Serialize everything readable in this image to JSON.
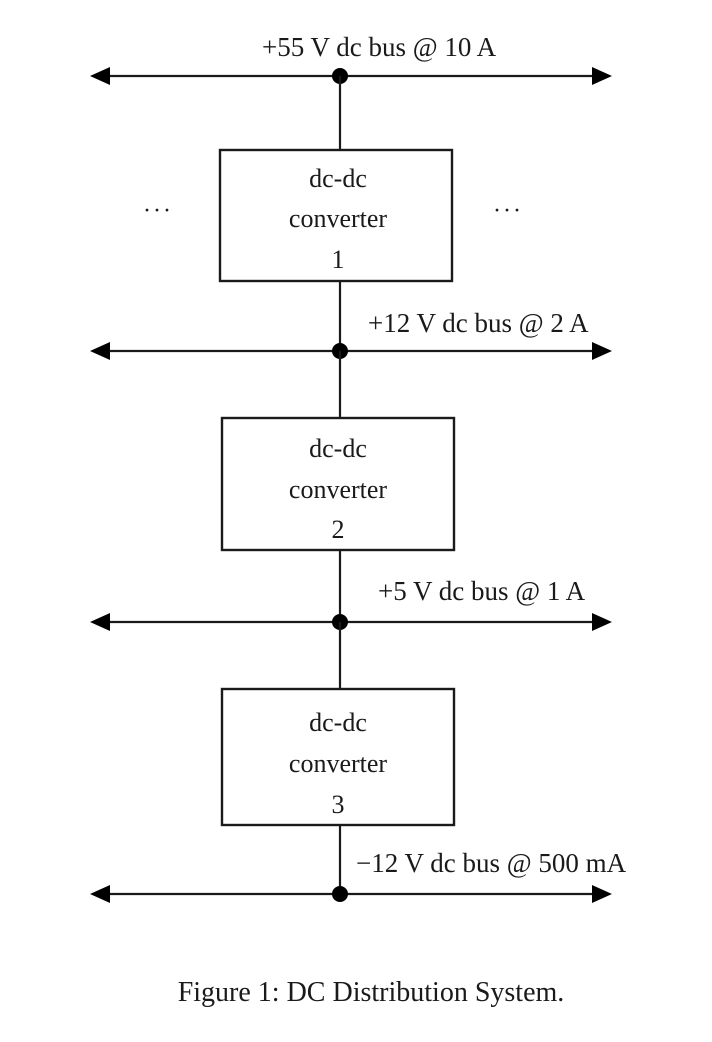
{
  "buses": [
    {
      "label": "+55 V dc bus @ 10 A"
    },
    {
      "label": "+12 V dc bus @ 2 A"
    },
    {
      "label": "+5 V dc bus @ 1 A"
    },
    {
      "label": "−12 V dc bus @ 500 mA"
    }
  ],
  "converters": [
    {
      "line1": "dc-dc",
      "line2": "converter",
      "number": "1"
    },
    {
      "line1": "dc-dc",
      "line2": "converter",
      "number": "2"
    },
    {
      "line1": "dc-dc",
      "line2": "converter",
      "number": "3"
    }
  ],
  "ellipsis": {
    "left": "···",
    "right": "···"
  },
  "caption": "Figure 1: DC Distribution System."
}
